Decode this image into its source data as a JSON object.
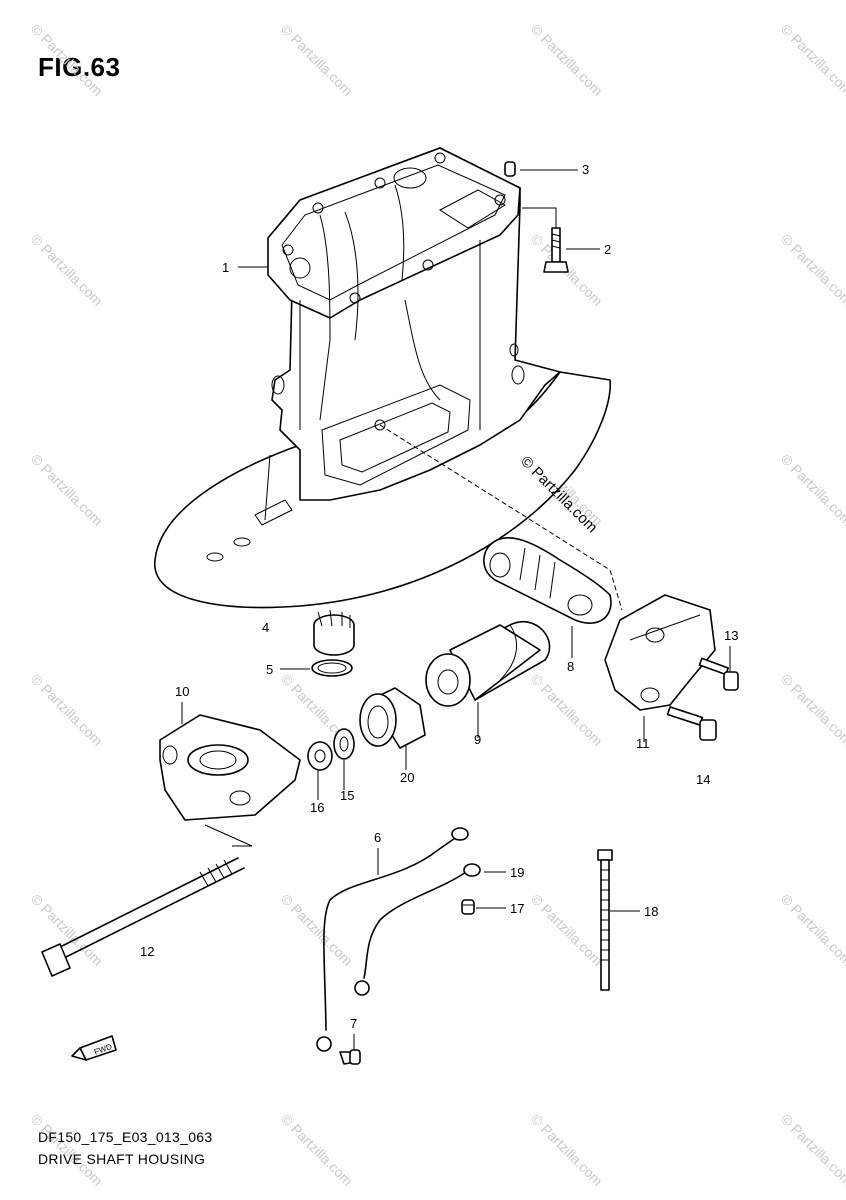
{
  "figure": {
    "title": "FIG.63"
  },
  "footer": {
    "code": "DF150_175_E03_013_063",
    "name": "DRIVE SHAFT HOUSING"
  },
  "watermark": {
    "text": "© Partzilla.com"
  },
  "center_mark": {
    "text": "© Partzilla.com"
  },
  "direction_arrow": {
    "label": "FWD"
  },
  "callouts": [
    {
      "number": "1"
    },
    {
      "number": "2"
    },
    {
      "number": "3"
    },
    {
      "number": "4"
    },
    {
      "number": "5"
    },
    {
      "number": "6"
    },
    {
      "number": "7"
    },
    {
      "number": "8"
    },
    {
      "number": "9"
    },
    {
      "number": "10"
    },
    {
      "number": "11"
    },
    {
      "number": "12"
    },
    {
      "number": "13"
    },
    {
      "number": "14"
    },
    {
      "number": "15"
    },
    {
      "number": "16"
    },
    {
      "number": "17"
    },
    {
      "number": "18"
    },
    {
      "number": "19"
    },
    {
      "number": "20"
    }
  ]
}
